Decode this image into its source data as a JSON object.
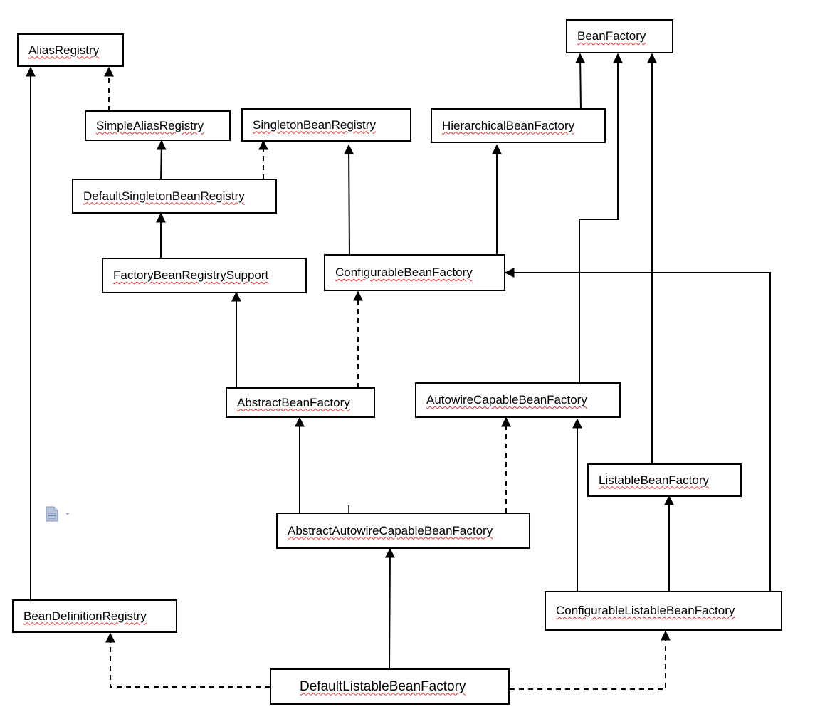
{
  "diagram": {
    "nodes": {
      "alias_registry": "AliasRegistry",
      "bean_factory": "BeanFactory",
      "simple_alias_registry": "SimpleAliasRegistry",
      "singleton_bean_registry": "SingletonBeanRegistry",
      "hierarchical_bean_factory": "HierarchicalBeanFactory",
      "default_singleton_bean_registry": "DefaultSingletonBeanRegistry",
      "factory_bean_registry_support": "FactoryBeanRegistrySupport",
      "configurable_bean_factory": "ConfigurableBeanFactory",
      "abstract_bean_factory": "AbstractBeanFactory",
      "autowire_capable_bean_factory": "AutowireCapableBeanFactory",
      "listable_bean_factory": "ListableBeanFactory",
      "abstract_autowire_capable_bean_factory": "AbstractAutowireCapableBeanFactory",
      "bean_definition_registry": "BeanDefinitionRegistry",
      "configurable_listable_bean_factory": "ConfigurableListableBeanFactory",
      "default_listable_bean_factory": "DefaultListableBeanFactory"
    },
    "edge_styles": {
      "extends": "solid",
      "implements": "dashed"
    }
  }
}
